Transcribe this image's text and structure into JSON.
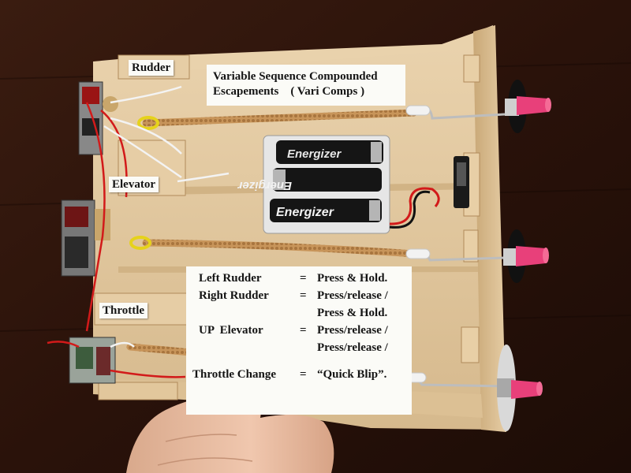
{
  "labels": {
    "rudder": "Rudder",
    "elevator": "Elevator",
    "throttle": "Throttle"
  },
  "title_card": {
    "line1": "Variable Sequence Compounded",
    "line2": "Escapements    ( Vari Comps )"
  },
  "legend": {
    "left_rudder": {
      "key": "Left Rudder",
      "value": "Press & Hold."
    },
    "right_rudder": {
      "key": "Right Rudder",
      "value": "Press/release /",
      "value2": "Press & Hold."
    },
    "up_elevator": {
      "key": "UP  Elevator",
      "value": "Press/release /",
      "value2": "Press/release /"
    },
    "throttle_change": {
      "key": "Throttle Change",
      "value": "“Quick Blip”."
    },
    "equals": "="
  },
  "batteries": {
    "brand": "Energizer",
    "type": "AA"
  },
  "colors": {
    "background": "#2a140c",
    "wood": "#e2c9a2",
    "rubber_band": "#c9965a",
    "knob": "#e8407a",
    "wire_red": "#d21a1a",
    "battery": "#151515"
  }
}
